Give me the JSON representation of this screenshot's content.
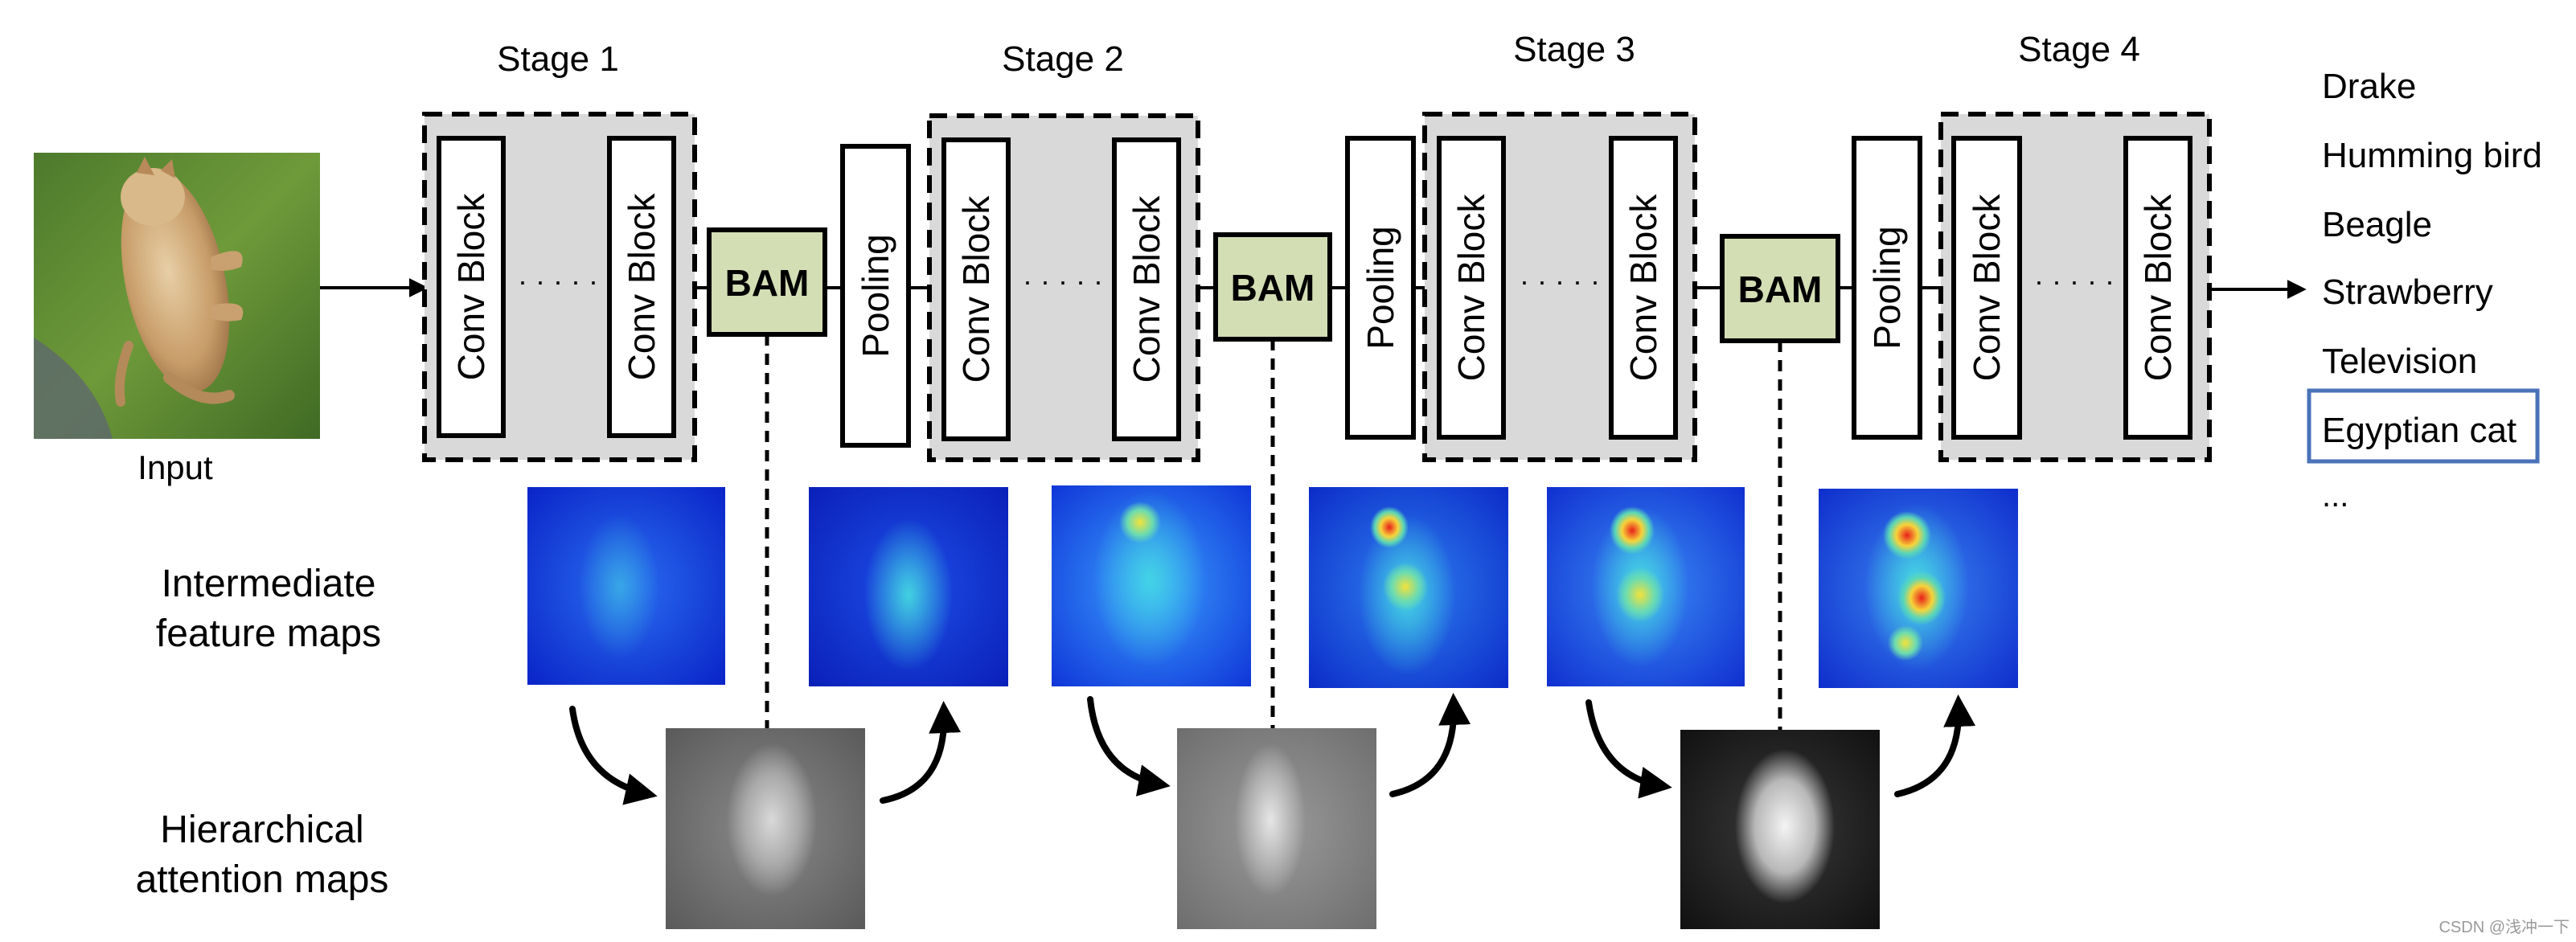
{
  "input": {
    "label": "Input"
  },
  "stages": [
    {
      "label": "Stage 1"
    },
    {
      "label": "Stage 2"
    },
    {
      "label": "Stage 3"
    },
    {
      "label": "Stage 4"
    }
  ],
  "blocks": {
    "conv_block": "Conv Block",
    "pooling": "Pooling",
    "bam": "BAM",
    "ellipsis": "· · · · ·"
  },
  "row_labels": {
    "feature_line1": "Intermediate",
    "feature_line2": "feature maps",
    "attention_line1": "Hierarchical",
    "attention_line2": "attention maps"
  },
  "output_classes": [
    "Drake",
    "Humming bird",
    "Beagle",
    "Strawberry",
    "Television",
    "Egyptian cat",
    "..."
  ],
  "selected_class": "Egyptian cat",
  "watermark": "CSDN @浅冲一下",
  "colors": {
    "stage_fill": "#d9d9d9",
    "bam_fill": "#d3deb4",
    "selected_box": "#4a72b8",
    "heat_low": "#0d2fd6",
    "heat_high": "#e8201a"
  }
}
